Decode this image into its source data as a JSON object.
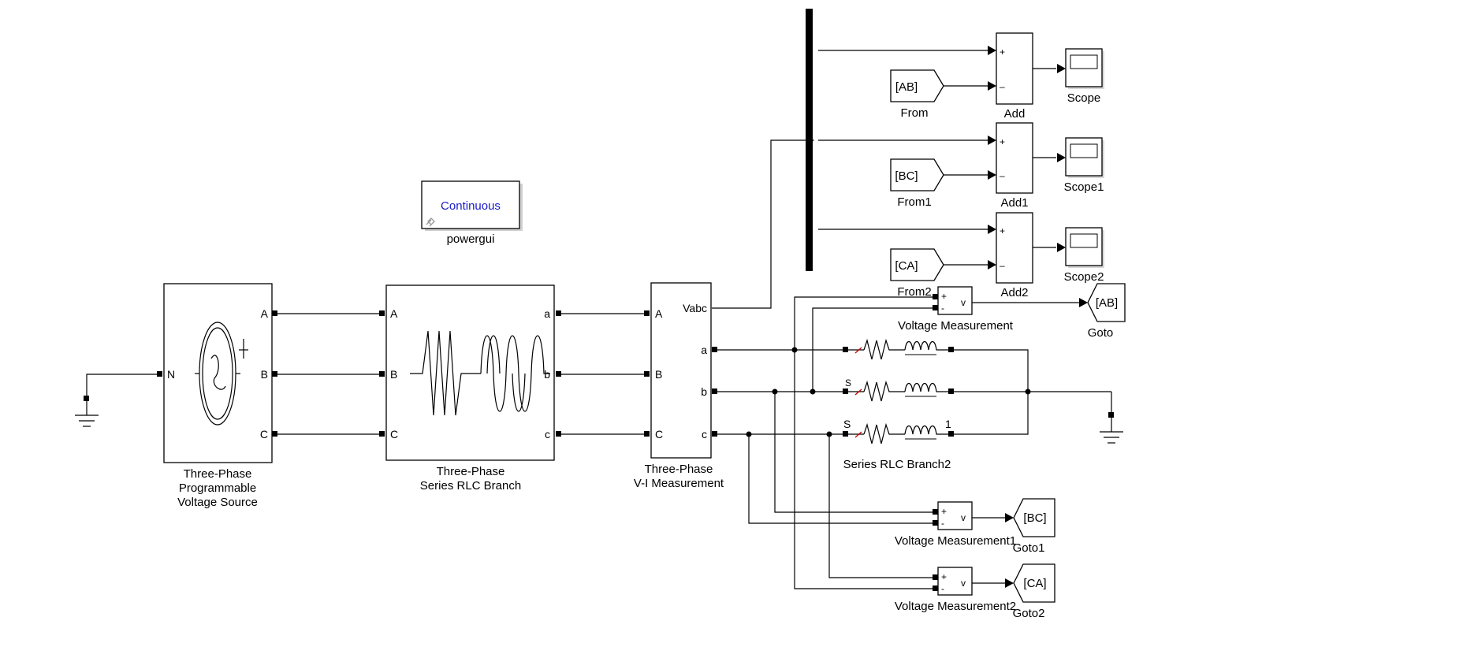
{
  "powergui": {
    "mode": "Continuous",
    "name": "powergui"
  },
  "source": {
    "name_line1": "Three-Phase",
    "name_line2": "Programmable",
    "name_line3": "Voltage Source",
    "port_a": "A",
    "port_b": "B",
    "port_c": "C",
    "port_n": "N"
  },
  "rlc": {
    "name_line1": "Three-Phase",
    "name_line2": "Series RLC Branch",
    "in_a": "A",
    "in_b": "B",
    "in_c": "C",
    "out_a": "a",
    "out_b": "b",
    "out_c": "c"
  },
  "vi": {
    "name_line1": "Three-Phase",
    "name_line2": "V-I Measurement",
    "in_a": "A",
    "in_b": "B",
    "in_c": "C",
    "vabc": "Vabc",
    "out_a": "a",
    "out_b": "b",
    "out_c": "c"
  },
  "froms": [
    {
      "tag": "[AB]",
      "name": "From"
    },
    {
      "tag": "[BC]",
      "name": "From1"
    },
    {
      "tag": "[CA]",
      "name": "From2"
    }
  ],
  "adds": [
    {
      "name": "Add",
      "plus": "+",
      "minus": "–"
    },
    {
      "name": "Add1",
      "plus": "+",
      "minus": "–"
    },
    {
      "name": "Add2",
      "plus": "+",
      "minus": "–"
    }
  ],
  "scopes": [
    {
      "name": "Scope"
    },
    {
      "name": "Scope1"
    },
    {
      "name": "Scope2"
    }
  ],
  "vmeas": [
    {
      "name": "Voltage Measurement",
      "out": "v",
      "plus": "+",
      "minus": "-"
    },
    {
      "name": "Voltage Measurement1",
      "out": "v",
      "plus": "+",
      "minus": "-"
    },
    {
      "name": "Voltage Measurement2",
      "out": "v",
      "plus": "+",
      "minus": "-"
    }
  ],
  "gotos": [
    {
      "tag": "[AB]",
      "name": "Goto"
    },
    {
      "tag": "[BC]",
      "name": "Goto1"
    },
    {
      "tag": "[CA]",
      "name": "Goto2"
    }
  ],
  "branch": {
    "name": "Series RLC Branch2",
    "frag_s1": "S",
    "frag_s2": "S",
    "frag_1": "1"
  },
  "colors": {
    "wire": "#000000",
    "powergui_text": "#1a1acc",
    "rlc_arrow": "#cc0000"
  },
  "icons": {
    "source": "sine-wave-source-icon",
    "ground": "ground-icon",
    "scope": "scope-screen-icon",
    "link": "library-link-icon"
  }
}
